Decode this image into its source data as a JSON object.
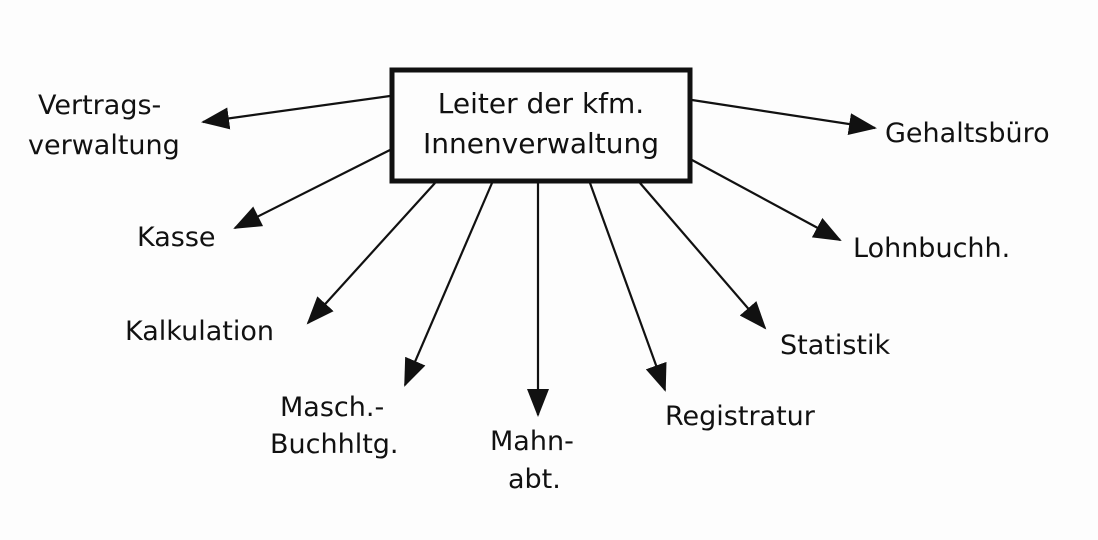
{
  "center": {
    "line1": "Leiter der kfm.",
    "line2": "Innenverwaltung"
  },
  "departments": {
    "vertrags_1": "Vertrags-",
    "vertrags_2": "verwaltung",
    "kasse": "Kasse",
    "kalkulation": "Kalkulation",
    "masch_1": "Masch.-",
    "masch_2": "Buchhltg.",
    "mahn_1": "Mahn-",
    "mahn_2": "abt.",
    "registratur": "Registratur",
    "statistik": "Statistik",
    "lohn": "Lohnbuchh.",
    "gehalt": "Gehaltsbüro"
  }
}
